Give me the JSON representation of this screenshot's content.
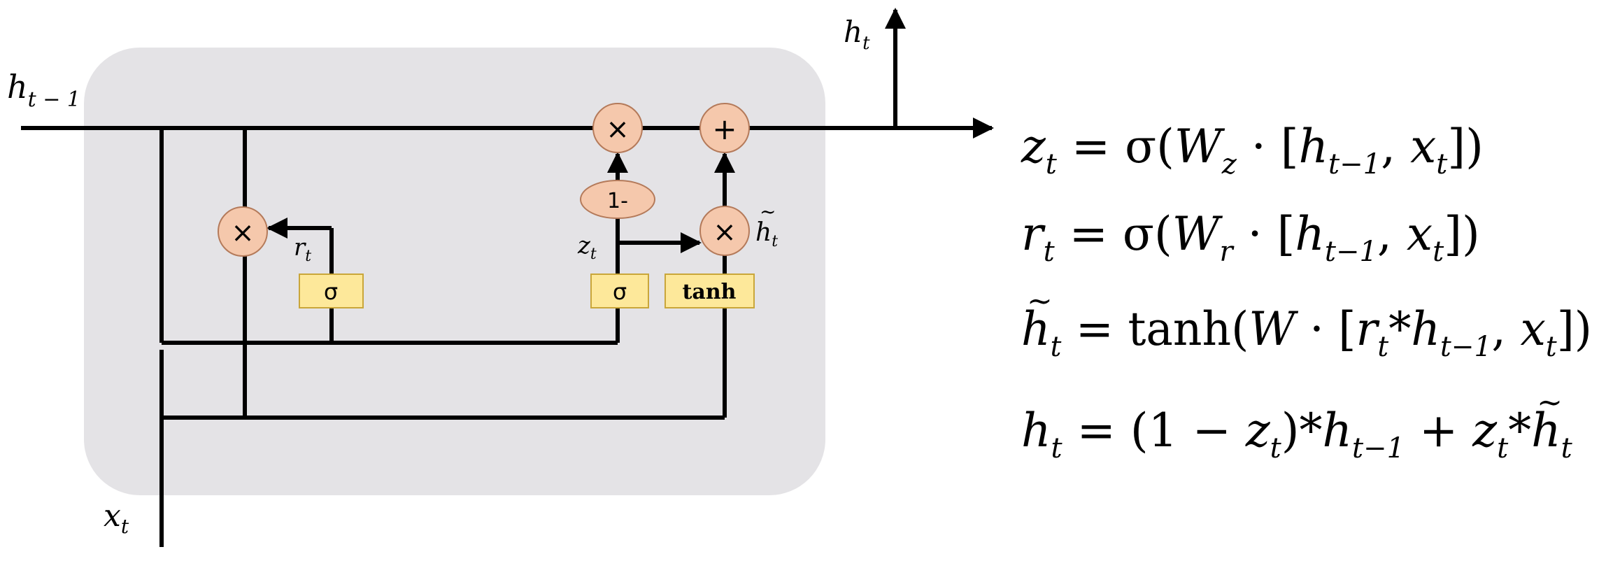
{
  "diagram": {
    "inputs": {
      "h_prev": {
        "base": "h",
        "sub": "t − 1"
      },
      "x": {
        "base": "x",
        "sub": "t"
      },
      "h_out": {
        "base": "h",
        "sub": "t"
      }
    },
    "gate_labels": {
      "r": {
        "base": "r",
        "sub": "t"
      },
      "z": {
        "base": "z",
        "sub": "t"
      },
      "h_tilde": {
        "base": "h",
        "sub": "t",
        "accent": "~"
      }
    },
    "operators": {
      "multiply": "×",
      "add": "+",
      "one_minus": "1-"
    },
    "activations": {
      "sigma": "σ",
      "tanh": "tanh"
    }
  },
  "equations": [
    {
      "lhs": {
        "base": "z",
        "sub": "t"
      },
      "rhs": [
        {
          "t": " = σ("
        },
        {
          "b": "W",
          "s": "z"
        },
        {
          "t": " · ["
        },
        {
          "b": "h",
          "s": "t−1"
        },
        {
          "t": ", "
        },
        {
          "b": "x",
          "s": "t"
        },
        {
          "t": "])"
        }
      ]
    },
    {
      "lhs": {
        "base": "r",
        "sub": "t"
      },
      "rhs": [
        {
          "t": " = σ("
        },
        {
          "b": "W",
          "s": "r"
        },
        {
          "t": " · ["
        },
        {
          "b": "h",
          "s": "t−1"
        },
        {
          "t": ", "
        },
        {
          "b": "x",
          "s": "t"
        },
        {
          "t": "])"
        }
      ]
    },
    {
      "lhs": {
        "base": "h",
        "sub": "t",
        "accent": "~"
      },
      "rhs": [
        {
          "t": " = tanh("
        },
        {
          "b": "W"
        },
        {
          "t": " · ["
        },
        {
          "b": "r",
          "s": "t"
        },
        {
          "t": "*"
        },
        {
          "b": "h",
          "s": "t−1"
        },
        {
          "t": ", "
        },
        {
          "b": "x",
          "s": "t"
        },
        {
          "t": "])"
        }
      ]
    },
    {
      "lhs": {
        "base": "h",
        "sub": "t"
      },
      "rhs": [
        {
          "t": " = (1 − "
        },
        {
          "b": "z",
          "s": "t"
        },
        {
          "t": ")*"
        },
        {
          "b": "h",
          "s": "t−1"
        },
        {
          "t": " + "
        },
        {
          "b": "z",
          "s": "t"
        },
        {
          "t": "*"
        },
        {
          "b": "h",
          "s": "t",
          "a": "~"
        }
      ]
    }
  ],
  "colors": {
    "cell_background": "#e4e3e6",
    "operator_fill": "#f5c8ac",
    "operator_stroke": "#b47a5a",
    "activation_fill": "#fde89a",
    "activation_stroke": "#c9a63a",
    "line": "#000000"
  }
}
